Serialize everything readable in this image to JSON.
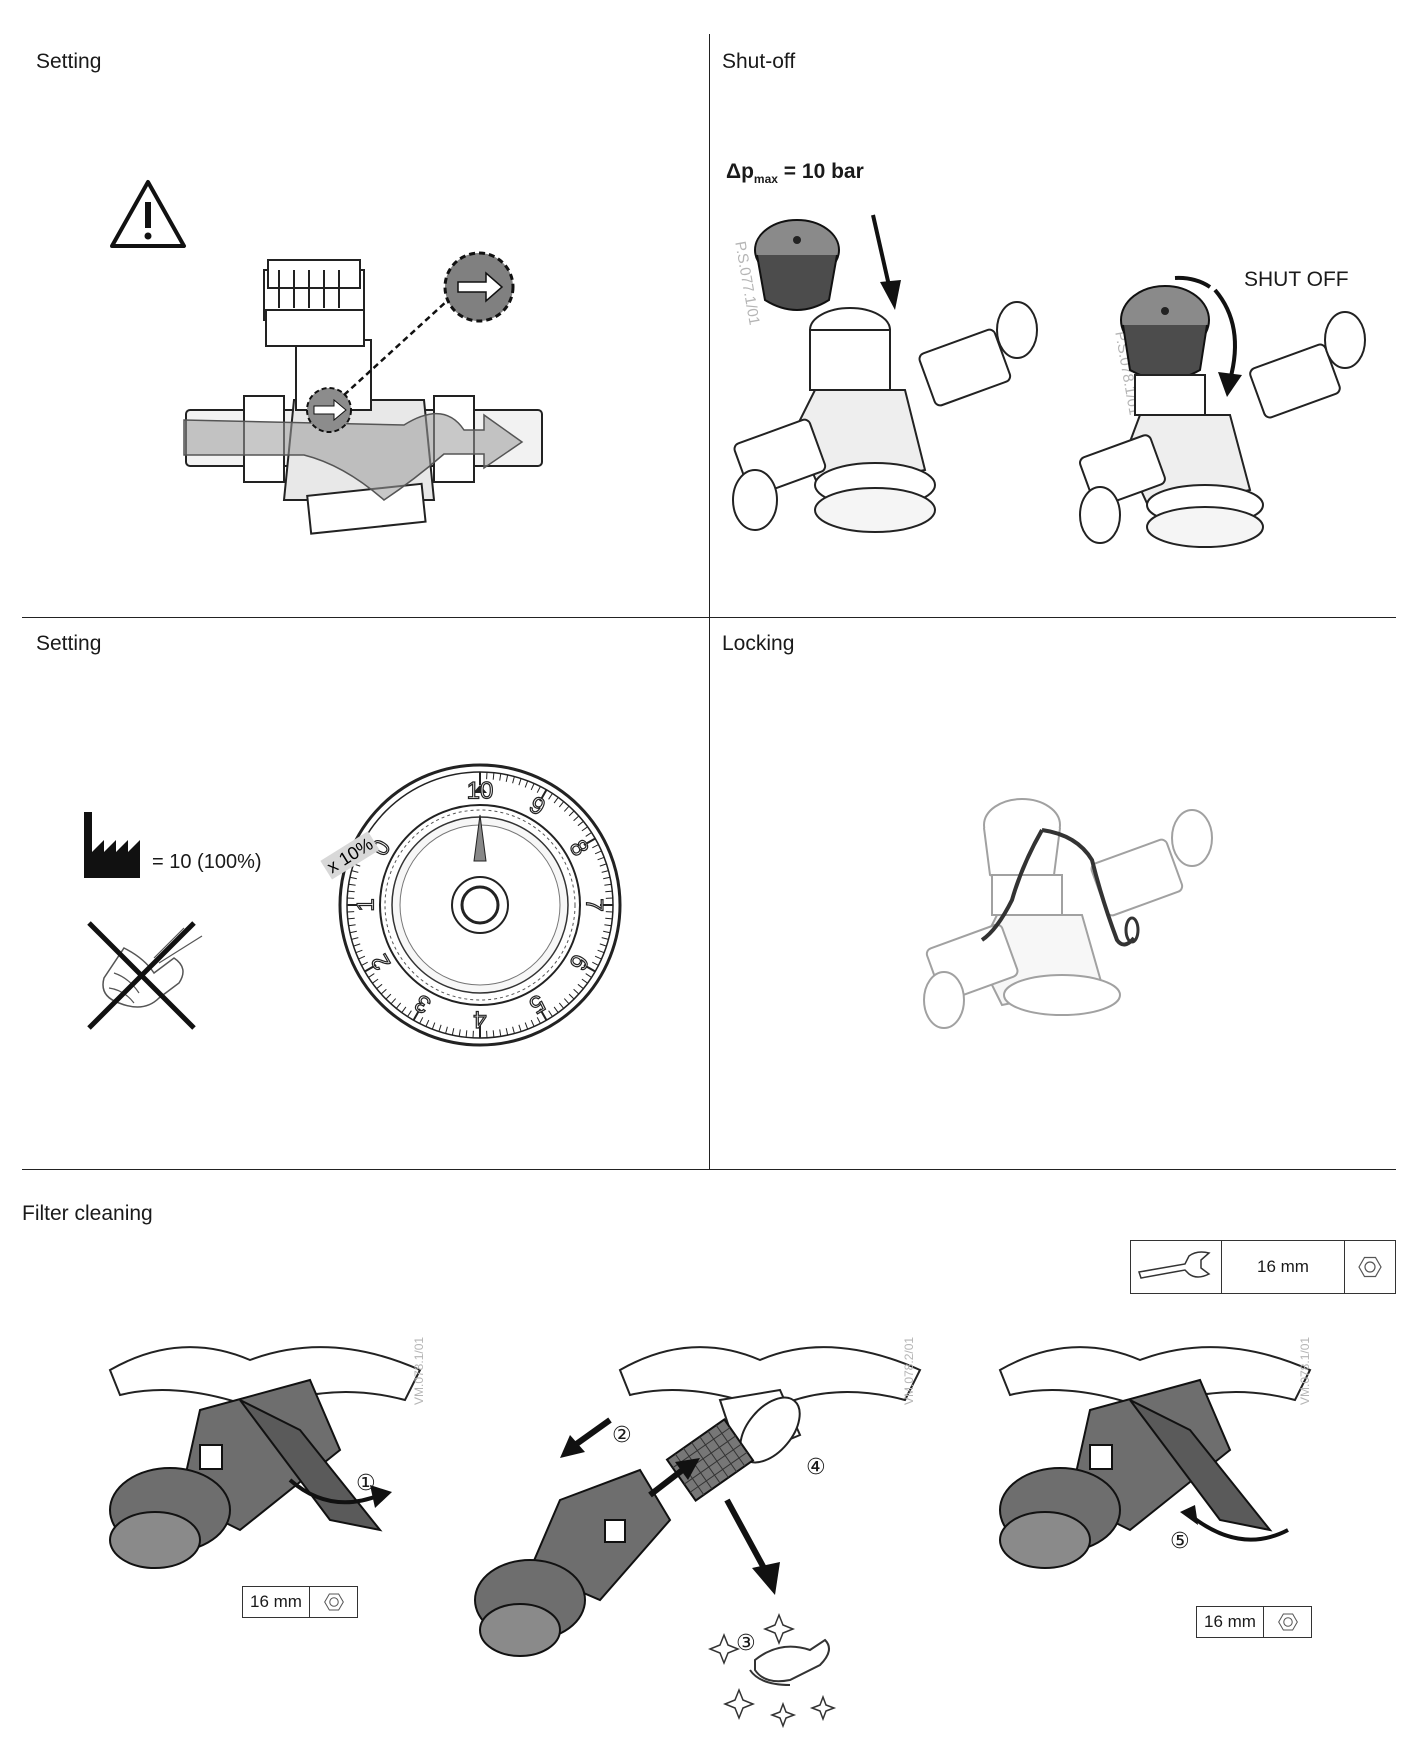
{
  "sections": {
    "setting_top": {
      "title": "Setting"
    },
    "shutoff": {
      "title": "Shut-off",
      "dp_symbol": "Δp",
      "dp_sub": "max",
      "dp_value": "= 10 bar",
      "shut_label": "SHUT OFF",
      "code1": "P.S.077.1/01",
      "code2": "P.S.078.1/01"
    },
    "setting_dial": {
      "title": "Setting",
      "factory_value": "= 10 (100%)",
      "dial_multiplier": "x 10%",
      "dial_numbers": [
        "10",
        "9",
        "8",
        "7",
        "6",
        "5",
        "4",
        "3",
        "2",
        "1",
        "0"
      ]
    },
    "locking": {
      "title": "Locking"
    },
    "filter": {
      "title": "Filter cleaning",
      "tool_size": "16 mm",
      "steps": [
        "①",
        "②",
        "③",
        "④",
        "⑤"
      ],
      "box1": "16 mm",
      "box2": "16 mm",
      "code1": "VM.078.1/01",
      "code2": "VM.078.2/01",
      "code3": "VM.078.1/01"
    }
  },
  "colors": {
    "line": "#222222",
    "grey_fill": "#6e6e6e",
    "light_grey": "#cfcfcf"
  }
}
